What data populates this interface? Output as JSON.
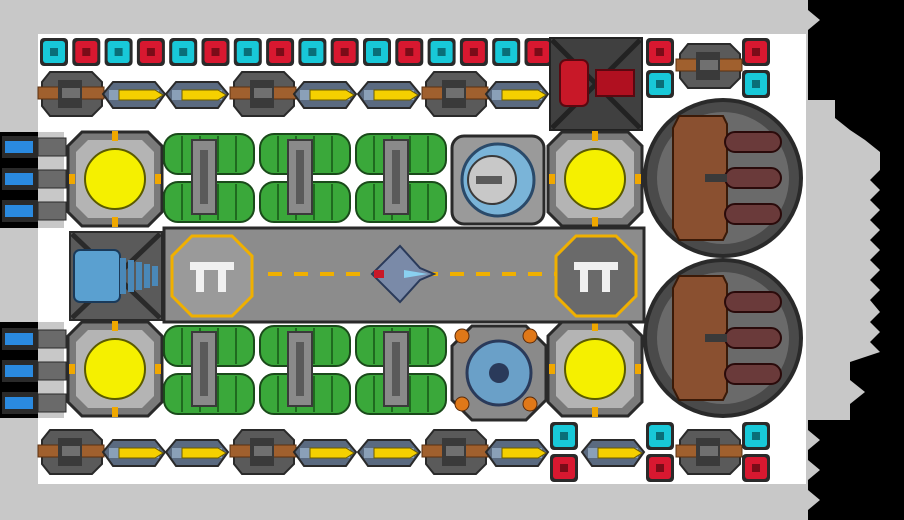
{
  "scene": "ship-builder-grid",
  "palette": {
    "background": "#000000",
    "hull_gray": "#c8c8c8",
    "deck_white": "#ffffff",
    "panel_dark": "#3a3a3a",
    "cyan_block": "#18c8d8",
    "red_block": "#d81830",
    "yellow_core": "#f5f000",
    "green_tank": "#3aa83a",
    "copper_cannon": "#a0602e",
    "runway_gray": "#8c8c8c",
    "runway_stripe": "#f0b000",
    "blue_thruster": "#2a8ae0"
  },
  "modules": {
    "top_blocks_row": [
      "cyan",
      "red",
      "cyan",
      "red",
      "cyan",
      "red",
      "cyan",
      "red",
      "cyan",
      "red",
      "cyan",
      "red",
      "cyan",
      "red",
      "cyan",
      "red"
    ],
    "top_weapon_row": [
      "cannon",
      "missile",
      "missile",
      "cannon",
      "missile",
      "missile",
      "cannon",
      "missile"
    ],
    "bottom_weapon_row": [
      "cannon",
      "missile",
      "missile",
      "cannon",
      "missile",
      "missile",
      "cannon",
      "missile",
      "block-pair",
      "missile",
      "block-pair",
      "cannon",
      "block-pair"
    ],
    "reactors": 4,
    "tank_banks": 2,
    "side_thrusters": 6,
    "turrets": 2,
    "hangar": {
      "pads": 2,
      "docked_fighter": true
    }
  }
}
